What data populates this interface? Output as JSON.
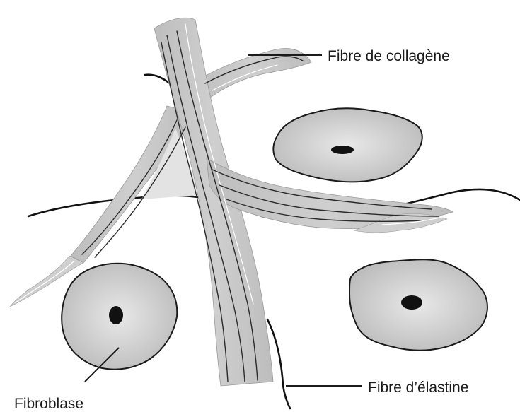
{
  "labels": {
    "collagen": "Fibre de collagène",
    "elastin": "Fibre d’élastine",
    "fibroblast": "Fibroblase"
  },
  "colors": {
    "collagen_fill": "#c8c8c8",
    "cell_fill": "#d4d4d4",
    "nucleus": "#111111",
    "outline": "#1a1a1a"
  }
}
